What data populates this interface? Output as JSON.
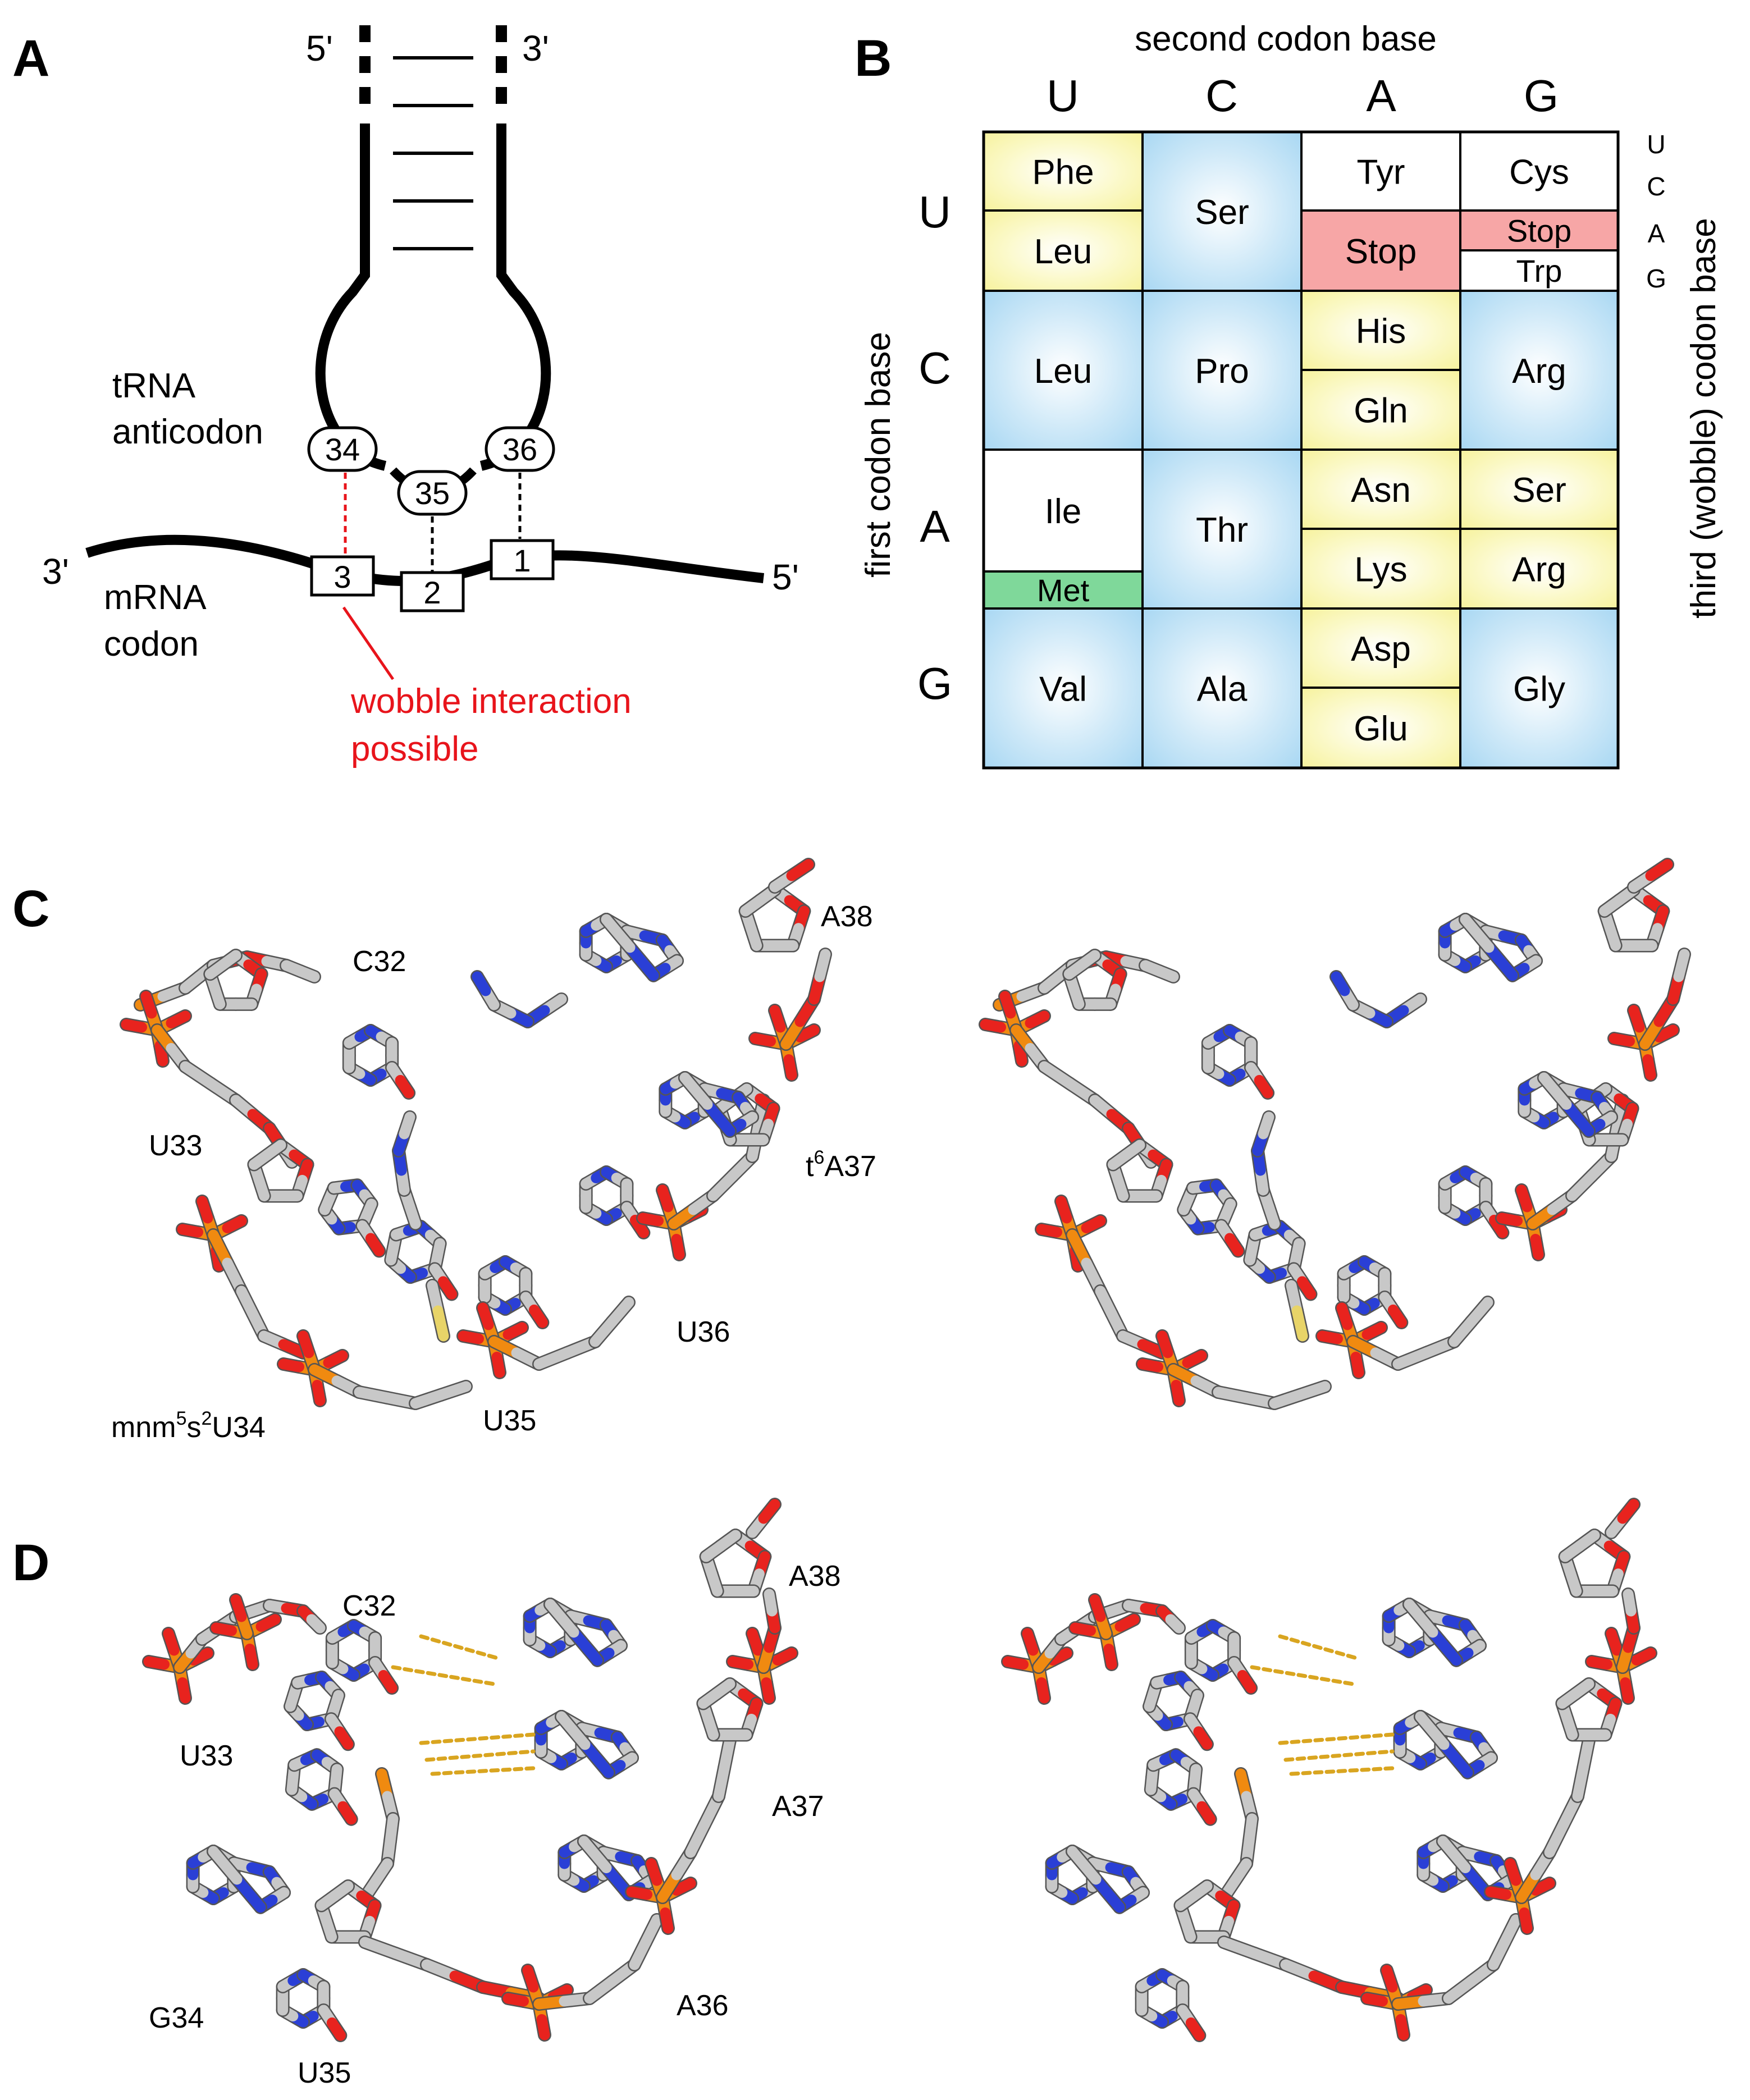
{
  "panels": {
    "a": {
      "letter": "A",
      "strand_5": "5'",
      "strand_3": "3'",
      "trna_line1": "tRNA",
      "trna_line2": "anticodon",
      "nt34": "34",
      "nt35": "35",
      "nt36": "36",
      "mrna_end_3": "3'",
      "mrna_end_5": "5'",
      "mrna_line1": "mRNA",
      "mrna_line2": "codon",
      "codon3": "3",
      "codon2": "2",
      "codon1": "1",
      "wobble_line1": "wobble interaction",
      "wobble_line2": "possible"
    },
    "b": {
      "letter": "B",
      "title_top": "second codon base",
      "label_left": "first codon base",
      "label_right": "third (wobble) codon base",
      "col_headers": [
        "U",
        "C",
        "A",
        "G"
      ],
      "row_headers": [
        "U",
        "C",
        "A",
        "G"
      ],
      "third_bases": [
        "U",
        "C",
        "A",
        "G"
      ],
      "cells": [
        {
          "id": "phe",
          "text": "Phe",
          "fill": "yellow"
        },
        {
          "id": "leu-uu",
          "text": "Leu",
          "fill": "yellow"
        },
        {
          "id": "ser-uc",
          "text": "Ser",
          "fill": "blue"
        },
        {
          "id": "tyr",
          "text": "Tyr",
          "fill": "white"
        },
        {
          "id": "stop-ua",
          "text": "Stop",
          "fill": "red"
        },
        {
          "id": "cys",
          "text": "Cys",
          "fill": "white"
        },
        {
          "id": "stop-ug",
          "text": "Stop",
          "fill": "red"
        },
        {
          "id": "trp",
          "text": "Trp",
          "fill": "white"
        },
        {
          "id": "leu-cu",
          "text": "Leu",
          "fill": "blue"
        },
        {
          "id": "pro",
          "text": "Pro",
          "fill": "blue"
        },
        {
          "id": "his",
          "text": "His",
          "fill": "yellow"
        },
        {
          "id": "gln",
          "text": "Gln",
          "fill": "yellow"
        },
        {
          "id": "arg-cg",
          "text": "Arg",
          "fill": "blue"
        },
        {
          "id": "ile",
          "text": "Ile",
          "fill": "white"
        },
        {
          "id": "met",
          "text": "Met",
          "fill": "green"
        },
        {
          "id": "thr",
          "text": "Thr",
          "fill": "blue"
        },
        {
          "id": "asn",
          "text": "Asn",
          "fill": "yellow"
        },
        {
          "id": "lys",
          "text": "Lys",
          "fill": "yellow"
        },
        {
          "id": "ser-ag",
          "text": "Ser",
          "fill": "yellow"
        },
        {
          "id": "arg-ag",
          "text": "Arg",
          "fill": "yellow"
        },
        {
          "id": "val",
          "text": "Val",
          "fill": "blue"
        },
        {
          "id": "ala",
          "text": "Ala",
          "fill": "blue"
        },
        {
          "id": "asp",
          "text": "Asp",
          "fill": "yellow"
        },
        {
          "id": "glu",
          "text": "Glu",
          "fill": "yellow"
        },
        {
          "id": "gly",
          "text": "Gly",
          "fill": "blue"
        }
      ]
    },
    "c": {
      "letter": "C",
      "labels": {
        "c32": "C32",
        "a38": "A38",
        "u33": "U33",
        "t6a37_pre": "t",
        "t6a37_sup": "6",
        "t6a37_post": "A37",
        "u36": "U36",
        "u35": "U35",
        "u34_a": "mnm",
        "u34_sup1": "5",
        "u34_b": "s",
        "u34_sup2": "2",
        "u34_c": "U34"
      }
    },
    "d": {
      "letter": "D",
      "labels": {
        "c32": "C32",
        "a38": "A38",
        "u33": "U33",
        "a37": "A37",
        "g34": "G34",
        "a36": "A36",
        "u35": "U35"
      }
    }
  },
  "colors": {
    "black": "#000000",
    "red": "#e8141b",
    "carbon": "#c8c8c8",
    "oxygen": "#e8231e",
    "nitrogen": "#2a3fd6",
    "phosphorus": "#f08a10",
    "sulfur": "#e8d468",
    "hbond": "#d9a520",
    "cell_yellow": "#f9f6a8",
    "cell_blue": "#a7d7f3",
    "cell_red": "#f7a6a6",
    "cell_green": "#7fd89a",
    "cell_white": "#ffffff"
  }
}
